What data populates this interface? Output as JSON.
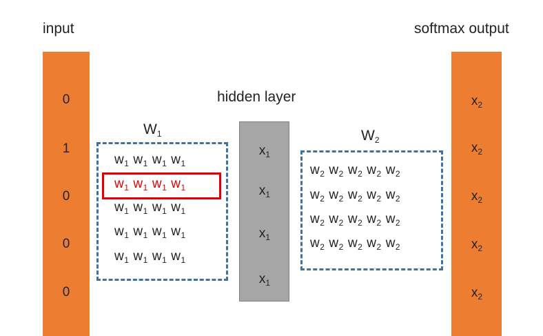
{
  "labels": {
    "input": "input",
    "softmax": "softmax output",
    "hidden": "hidden layer",
    "w1_base": "W",
    "w1_sub": "1",
    "w2_base": "W",
    "w2_sub": "2"
  },
  "input_values": [
    "0",
    "1",
    "0",
    "0",
    "0"
  ],
  "hidden_cells": [
    {
      "base": "x",
      "sub": "1"
    },
    {
      "base": "x",
      "sub": "1"
    },
    {
      "base": "x",
      "sub": "1"
    },
    {
      "base": "x",
      "sub": "1"
    }
  ],
  "output_cells": [
    {
      "base": "x",
      "sub": "2"
    },
    {
      "base": "x",
      "sub": "2"
    },
    {
      "base": "x",
      "sub": "2"
    },
    {
      "base": "x",
      "sub": "2"
    },
    {
      "base": "x",
      "sub": "2"
    }
  ],
  "w1_matrix": {
    "rows": 5,
    "cols": 4,
    "symbol": "w",
    "sub": "1",
    "highlighted_row": 1
  },
  "w2_matrix": {
    "rows": 4,
    "cols": 5,
    "symbol": "w",
    "sub": "2"
  },
  "colors": {
    "input_bar": "#ED7D31",
    "output_bar": "#ED7D31",
    "hidden_bar": "#A6A6A6",
    "matrix_border": "#41719C",
    "highlight": "#E00000"
  }
}
